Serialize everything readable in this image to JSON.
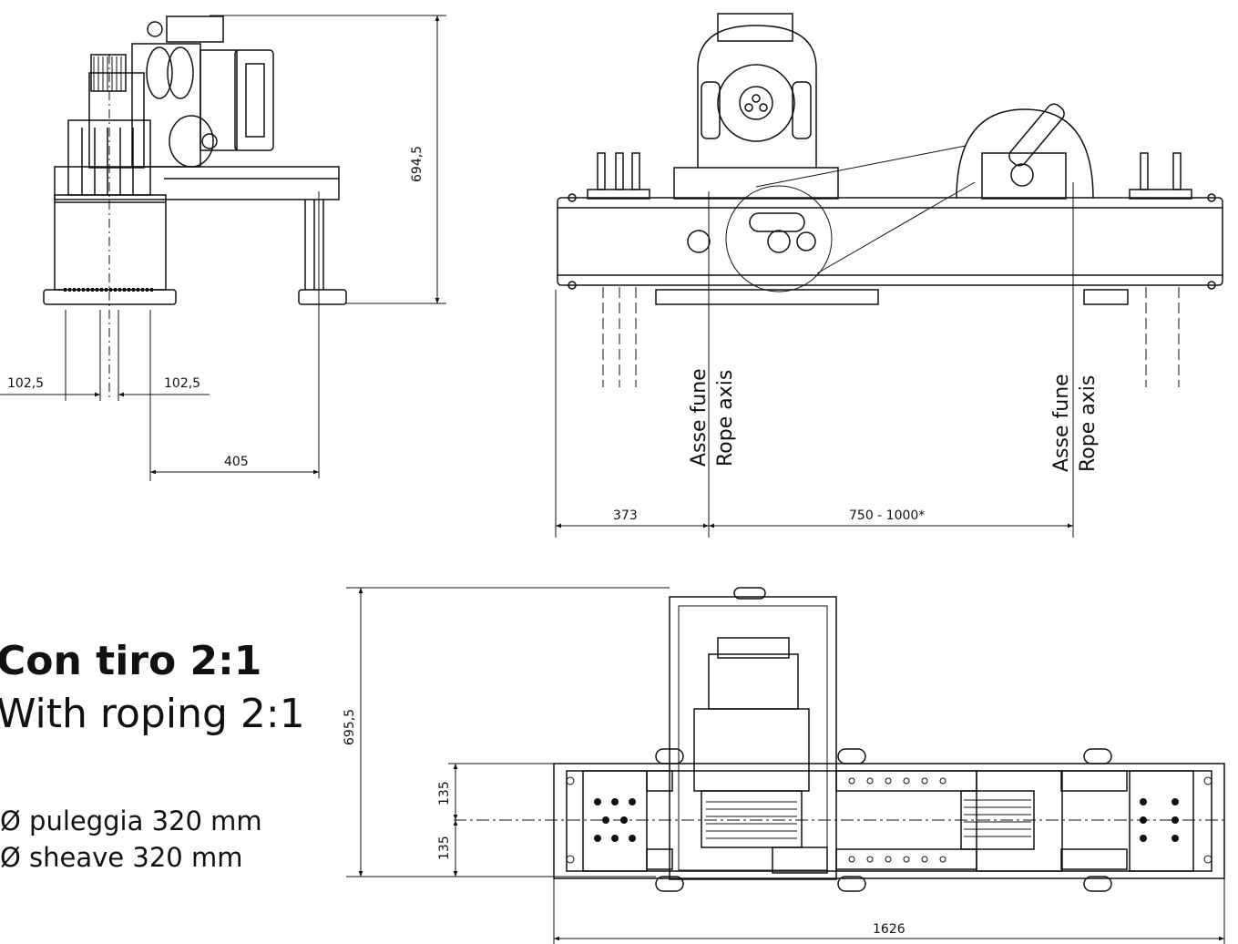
{
  "titles": {
    "main": "Con tiro 2:1",
    "sub": "With roping 2:1"
  },
  "specs": {
    "sheave_it": "Ø puleggia 320 mm",
    "sheave_en": "Ø sheave 320 mm"
  },
  "dimensions": {
    "side_height": "694,5",
    "left_offset_a": "102,5",
    "left_offset_b": "102,5",
    "side_width": "405",
    "front_left": "373",
    "front_span": "750 - 1000*",
    "top_height": "695,5",
    "top_upper": "135",
    "top_lower": "135",
    "top_length": "1626"
  },
  "labels": {
    "axis_it_1": "Asse fune",
    "axis_en_1": "Rope axis",
    "axis_it_2": "Asse fune",
    "axis_en_2": "Rope axis"
  },
  "colors": {
    "line": "#111111",
    "background": "#ffffff"
  }
}
